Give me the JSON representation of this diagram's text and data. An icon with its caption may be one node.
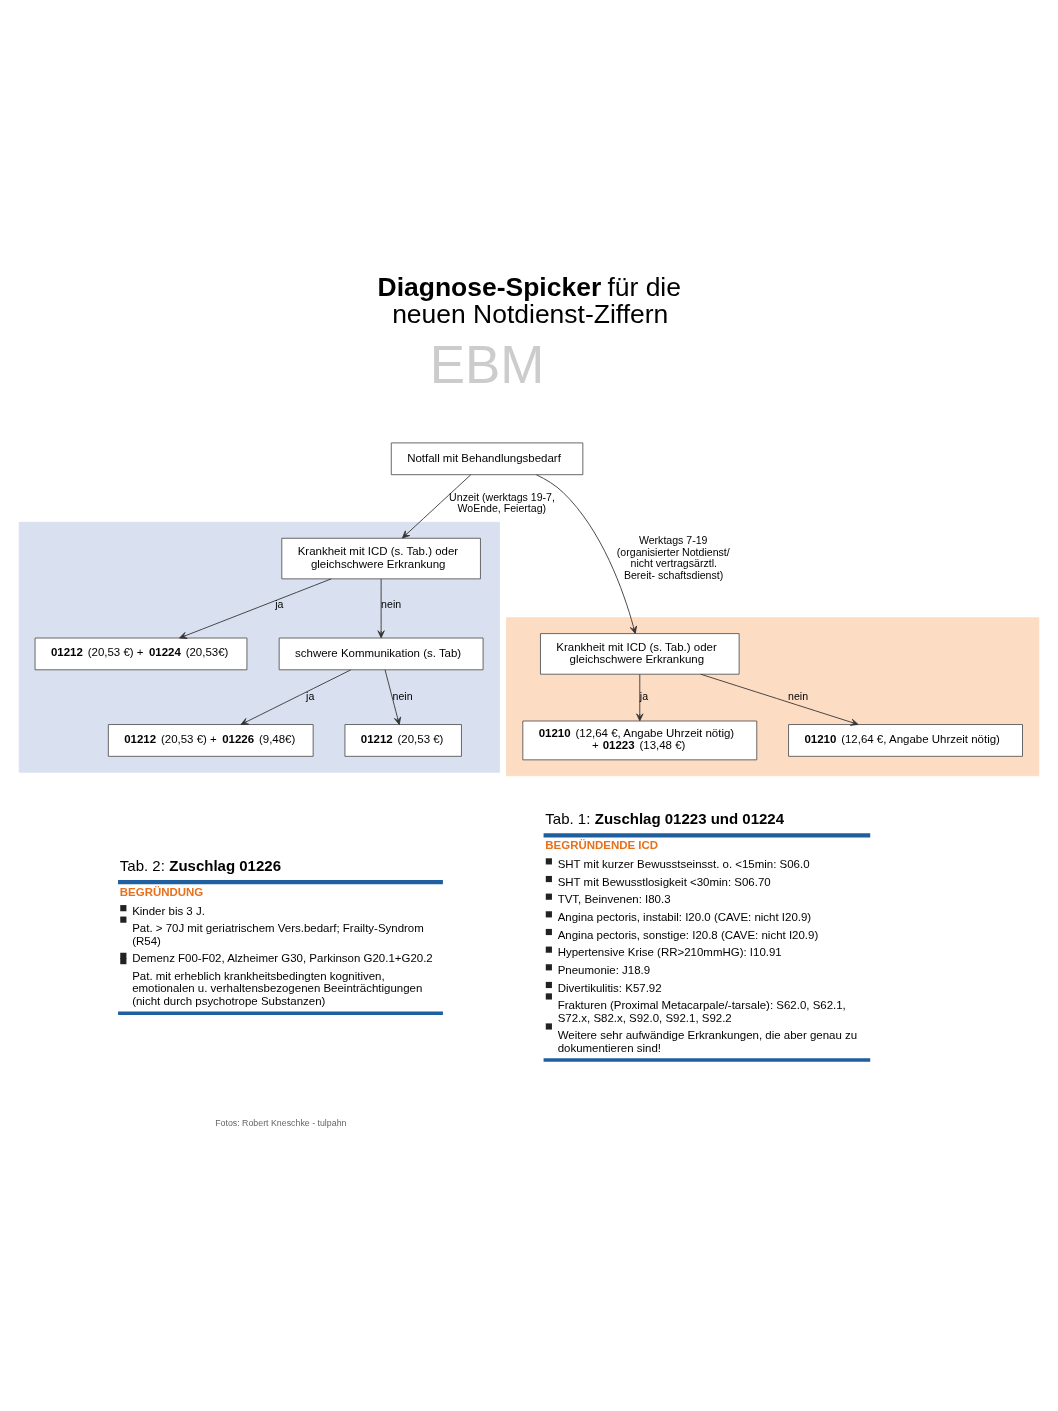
{
  "diagram": {
    "title": "**Diagnose-Spicker** für die neuen Notdienst-Ziffern",
    "nodes": [
      {
        "text": [],
        "shape": "box"
      },
      {
        "text": [],
        "shape": "box"
      },
      {
        "text": [
          "Notfall mit Behandlungsbedarf"
        ]
      },
      {
        "text": [
          "Krankheit mit ICD (s. Tab.) oder gleichschwere Erkrankung"
        ],
        "in": 0
      },
      {
        "text": [
          "**01210** (12,64 €, Angabe Uhrzeit nötig) + **01223** (13,48 €)"
        ],
        "in": 0
      },
      {
        "text": [
          "**01210** (12,64 €, Angabe Uhrzeit nötig)"
        ],
        "in": 0
      },
      {
        "text": [
          "Krankheit mit ICD (s. Tab.) oder gleichschwere Erkrankung"
        ],
        "in": 1
      },
      {
        "text": [
          "**01212** (20,53 €) + **01224** (20,53€)"
        ],
        "in": 1
      },
      {
        "text": [
          "schwere Kommunikation (s. Tab)"
        ],
        "in": 1
      },
      {
        "text": [
          "**01212** (20,53 €) + **01226** (9,48€)"
        ],
        "in": 1
      },
      {
        "text": [
          "**01212** (20,53 €)"
        ],
        "in": 1
      }
    ],
    "edges": [
      {
        "from": 2,
        "to": 3,
        "arrow": "to",
        "label": "Werktags 7-19 (organisierter Notdienst/ nicht vertragsärztl. Bereit- schaftsdienst)"
      },
      {
        "from": 2,
        "to": 6,
        "arrow": "to",
        "label": "Unzeit (werktags 19-7, WoEnde, Feiertag)"
      },
      {
        "from": 3,
        "to": 4,
        "arrow": "to",
        "label": "ja"
      },
      {
        "from": 3,
        "to": 5,
        "arrow": "to",
        "label": "nein"
      },
      {
        "from": 6,
        "to": 7,
        "arrow": "to",
        "label": "ja"
      },
      {
        "from": 6,
        "to": 8,
        "arrow": "to",
        "label": "nein"
      },
      {
        "from": 8,
        "to": 9,
        "arrow": "to",
        "label": "ja"
      },
      {
        "from": 8,
        "to": 10,
        "arrow": "to",
        "label": "nein"
      }
    ],
    "labels": [
      "EBM",
      "Tab. 1: **Zuschlag 01223 und 01224**",
      "BEGRÜNDENDE ICD",
      "SHT mit kurzer Bewusstseinsst. o. <15min: S06.0",
      "SHT mit Bewusstlosigkeit <30min: S06.70",
      "TVT, Beinvenen: I80.3",
      "Angina pectoris, instabil: I20.0 (CAVE: nicht I20.9)",
      "Angina pectoris, sonstige: I20.8 (CAVE: nicht I20.9)",
      "Hypertensive Krise (RR>210mmHG): I10.91",
      "Pneumonie: J18.9",
      "Divertikulitis: K57.92",
      "Frakturen (Proximal Metacarpale/-tarsale): S62.0, S62.1, S72.x, S82.x, S92.0, S92.1, S92.2",
      "Weitere sehr aufwändige Erkrankungen, die aber genau zu dokumentieren sind!",
      "Tab. 2: **Zuschlag 01226**",
      "BEGRÜNDUNG",
      "Kinder bis 3 J.",
      "Pat. > 70J mit geriatrischem Vers.bedarf; Frailty-Syndrom (R54)",
      "Demenz F00-F02, Alzheimer G30, Parkinson G20.1+G20.2",
      "Pat. mit erheblich krankheitsbedingten kognitiven, emotionalen u. verhaltensbezogenen Beeinträchtigungen (nicht durch psychotrope Substanzen)",
      "Fotos: Robert Kneschke - tulpahn"
    ]
  }
}
